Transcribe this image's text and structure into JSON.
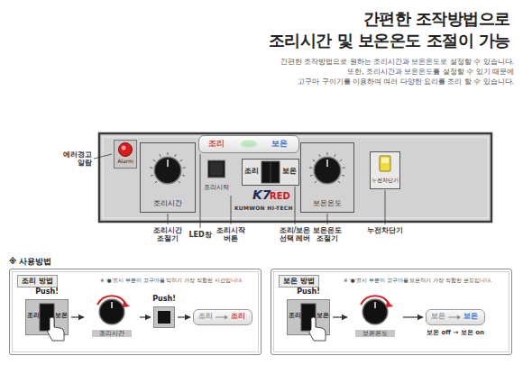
{
  "diagram": {
    "title": "간편한 조작방법으로",
    "nodes": [
      {
        "text": [
          "KUMWON HI-TECH",
          "K7",
          "RED"
        ]
      },
      {
        "text": [
          "Alarm"
        ],
        "in": 0
      },
      {
        "text": [
          "조리시간"
        ],
        "in": 0
      },
      {
        "text": [
          "조리시작"
        ],
        "in": 0
      },
      {
        "text": [
          "조리",
          "보온"
        ],
        "in": 0
      },
      {
        "text": [
          "조리",
          "보온"
        ],
        "in": 0
      },
      {
        "text": [
          "보온온도"
        ],
        "in": 0
      },
      {
        "text": [
          "누전차단기"
        ],
        "in": 0
      },
      {
        "text": [
          "조리 방법",
          "※ '●'표시 부분이 고구마를 익히기 가장 적합한 시간입니다."
        ]
      },
      {
        "text": [
          "Push!",
          "조리",
          "보온"
        ],
        "in": 8
      },
      {
        "text": [
          "조리시간"
        ],
        "in": 8
      },
      {
        "text": [
          "Push!"
        ],
        "in": 8
      },
      {
        "text": [
          "조리",
          "조리"
        ],
        "in": 8
      },
      {
        "text": [
          "보온 방법",
          "※ '●'표시 부분이 고구마를 보온하기 가장 적합한 온도입니다."
        ]
      },
      {
        "text": [
          "Push!",
          "조리",
          "보온"
        ],
        "in": 13
      },
      {
        "text": [
          "보온온도"
        ],
        "in": 13
      },
      {
        "text": [
          "보온",
          "보온",
          "보온 off → 보온 on"
        ],
        "in": 13
      }
    ],
    "edges": [
      {
        "from": 9,
        "to": 10,
        "arrow": "to"
      },
      {
        "from": 10,
        "to": 11,
        "arrow": "to"
      },
      {
        "from": 11,
        "to": 12,
        "arrow": "to"
      },
      {
        "from": 14,
        "to": 15,
        "arrow": "to"
      },
      {
        "from": 15,
        "to": 16,
        "arrow": "to"
      }
    ],
    "labels": [
      "조리시간 및 보온온도 조절이 가능",
      "간편한 조작방법으로 원하는 조리시간과 보온온도로 설정할 수 있습니다.",
      "또한, 조리시간과 보온온도를 설정할 수 있기 때문에",
      "고구마 구이기를 이용하여 여러 다양한 요리를 조리 할 수 있습니다.",
      "에러경고 알람",
      "조리시간 조절기",
      "LED창",
      "조리시작 버튼",
      "조리/보온 선택 레버",
      "보온온도 조절기",
      "누전차단기",
      "※ 사용방법"
    ]
  }
}
